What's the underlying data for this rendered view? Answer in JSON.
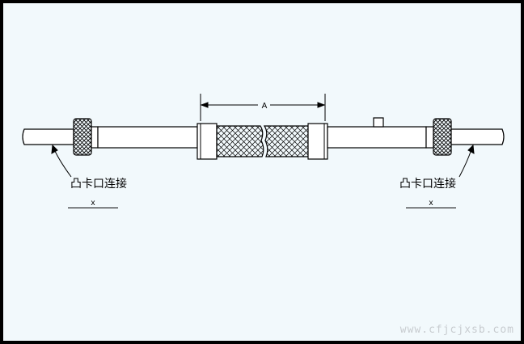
{
  "dimension": {
    "label": "A"
  },
  "left_connector": {
    "label": "凸卡口连接",
    "field_label": "x"
  },
  "right_connector": {
    "label": "凸卡口连接",
    "field_label": "x"
  },
  "watermark": "www.cfjcjxsb.com",
  "colors": {
    "background": "#f2f9fc",
    "border": "#000000",
    "line": "#000000"
  }
}
